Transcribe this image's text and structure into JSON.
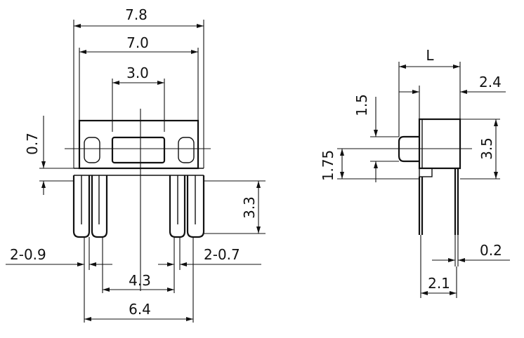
{
  "front_view": {
    "dim_overall_width": "7.8",
    "dim_body_width": "7.0",
    "dim_slot_width": "3.0",
    "dim_pin_offset": "0.7",
    "dim_pin_length": "3.3",
    "dim_left_pin_width": "2-0.9",
    "dim_right_pin_width": "2-0.7",
    "dim_inner_pin_span": "4.3",
    "dim_outer_pin_span": "6.4"
  },
  "side_view": {
    "dim_actuator_length": "L",
    "dim_body_depth": "2.4",
    "dim_actuator_height": "1.5",
    "dim_actuator_offset": "1.75",
    "dim_body_height": "3.5",
    "dim_pin_thickness": "0.2",
    "dim_pin_spacing": "2.1"
  }
}
